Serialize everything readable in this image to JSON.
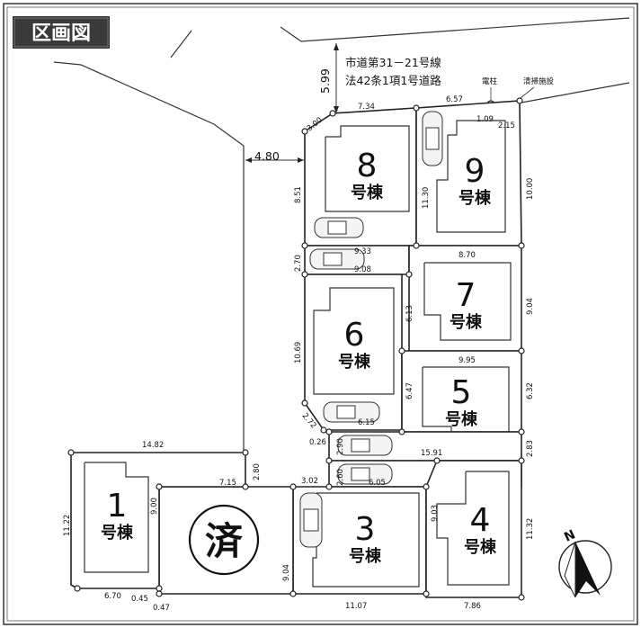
{
  "title": "区画図",
  "road": {
    "line1": "市道第31－21号線",
    "line2": "法42条1項1号道路",
    "width": "5.99",
    "side_road_width": "4.80"
  },
  "features": {
    "pole": "電柱",
    "cleaning": "清掃施設"
  },
  "suffix": "号棟",
  "sold_mark": "済",
  "compass": "N",
  "lots": [
    {
      "id": "lot-1",
      "number": "1"
    },
    {
      "id": "lot-2",
      "number": ""
    },
    {
      "id": "lot-3",
      "number": "3"
    },
    {
      "id": "lot-4",
      "number": "4"
    },
    {
      "id": "lot-5",
      "number": "5"
    },
    {
      "id": "lot-6",
      "number": "6"
    },
    {
      "id": "lot-7",
      "number": "7"
    },
    {
      "id": "lot-8",
      "number": "8"
    },
    {
      "id": "lot-9",
      "number": "9"
    }
  ],
  "dimensions": {
    "d_14_82": "14.82",
    "d_11_22": "11.22",
    "d_6_70": "6.70",
    "d_0_45": "0.45",
    "d_0_47": "0.47",
    "d_9_00": "9.00",
    "d_2_80": "2.80",
    "d_7_15": "7.15",
    "d_3_02": "3.02",
    "d_9_04": "9.04",
    "d_11_07": "11.07",
    "d_9_03": "9.03",
    "d_11_32": "11.32",
    "d_7_86": "7.86",
    "d_2_60": "2.60",
    "d_6_05": "6.05",
    "d_2_90": "2.90",
    "d_15_91": "15.91",
    "d_2_83": "2.83",
    "d_0_26": "0.26",
    "d_2_72": "2.72",
    "d_6_15": "6.15",
    "d_10_69": "10.69",
    "d_6_32": "6.32",
    "d_9_95": "9.95",
    "d_6_47": "6.47",
    "d_6_13": "6.13",
    "d_9_04b": "9.04",
    "d_8_70": "8.70",
    "d_2_70": "2.70",
    "d_9_33": "9.33",
    "d_9_08": "9.08",
    "d_8_51": "8.51",
    "d_3_00": "3.00",
    "d_7_34": "7.34",
    "d_6_57": "6.57",
    "d_1_09": "1.09",
    "d_2_15": "2.15",
    "d_11_30": "11.30",
    "d_10_00": "10.00"
  }
}
